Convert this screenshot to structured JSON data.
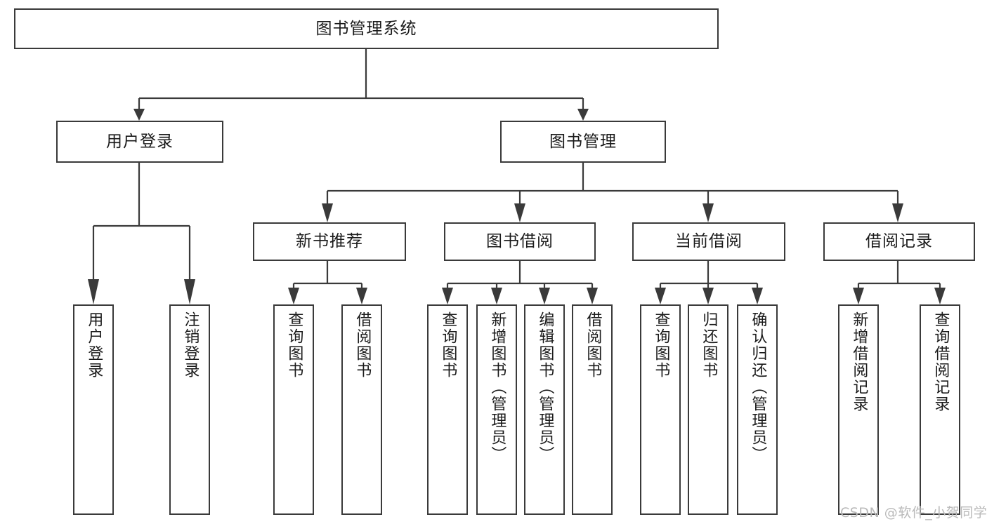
{
  "diagram": {
    "type": "tree",
    "title": "图书管理系统",
    "background_color": "#ffffff",
    "border_color": "#3a3a3a",
    "text_color": "#1a1a1a"
  },
  "root": {
    "label": "图书管理系统"
  },
  "level2": [
    {
      "label": "用户登录"
    },
    {
      "label": "图书管理"
    }
  ],
  "level3": [
    {
      "label": "新书推荐"
    },
    {
      "label": "图书借阅"
    },
    {
      "label": "当前借阅"
    },
    {
      "label": "借阅记录"
    }
  ],
  "leaves": {
    "user_login": [
      {
        "label": "用户登录"
      },
      {
        "label": "注销登录"
      }
    ],
    "new_book": [
      {
        "label": "查询图书"
      },
      {
        "label": "借阅图书"
      }
    ],
    "borrow_book": [
      {
        "label": "查询图书"
      },
      {
        "label": "新增图书（管理员）"
      },
      {
        "label": "编辑图书（管理员）"
      },
      {
        "label": "借阅图书"
      }
    ],
    "current_borrow": [
      {
        "label": "查询图书"
      },
      {
        "label": "归还图书"
      },
      {
        "label": "确认归还（管理员）"
      }
    ],
    "borrow_record": [
      {
        "label": "新增借阅记录"
      },
      {
        "label": "查询借阅记录"
      }
    ]
  },
  "watermark": {
    "text": "CSDN @软件_小贺同学",
    "color": "#b9b9b9"
  }
}
